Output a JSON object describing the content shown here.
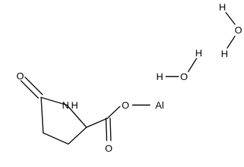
{
  "molecule": {
    "labels": {
      "ring_oxygen": "O",
      "ring_nitrogen": "N",
      "ring_nitrogen_h": "H",
      "ester_oxygen": "O",
      "aluminium": "Al",
      "carbonyl_oxygen": "O"
    },
    "water_1": {
      "h_left": "H",
      "oxygen": "O",
      "h_top": "H"
    },
    "water_2": {
      "h_top": "H",
      "oxygen": "O",
      "h_bottom": "H"
    }
  }
}
